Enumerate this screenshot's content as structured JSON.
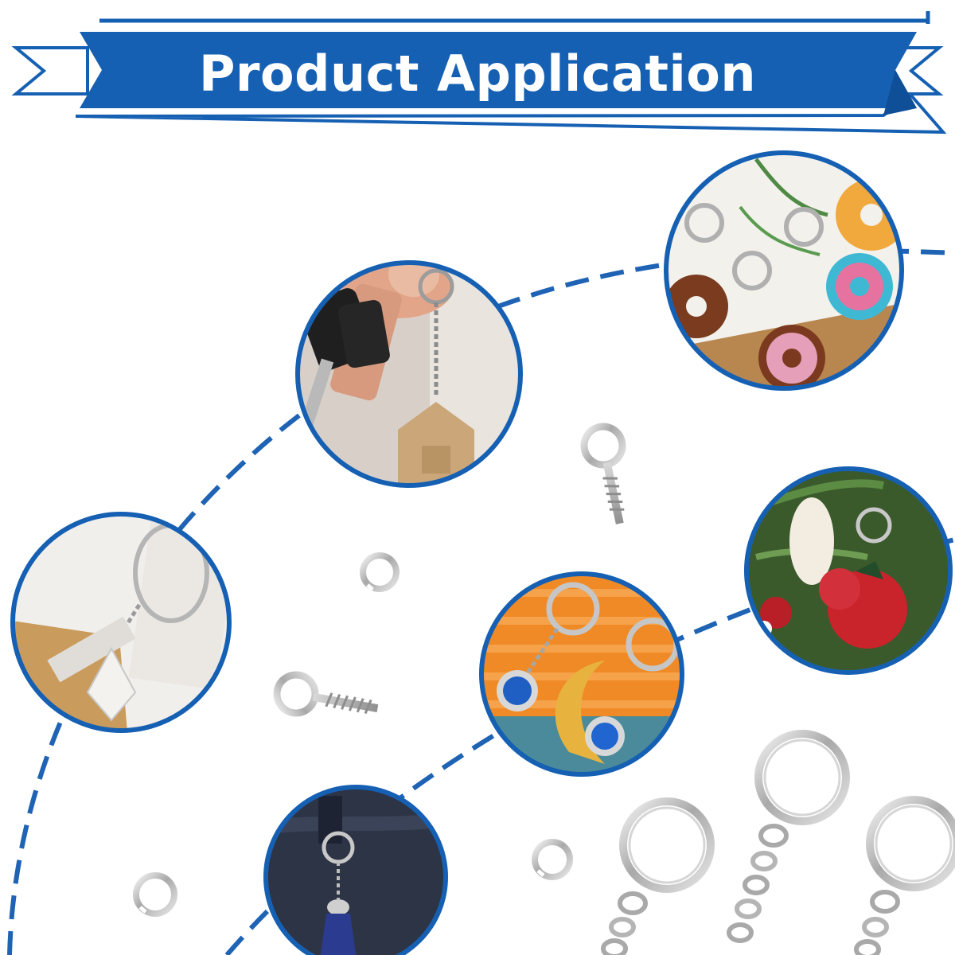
{
  "banner": {
    "title": "Product Application"
  },
  "colors": {
    "brand_blue": "#1660b3",
    "line_blue": "#1f63b4",
    "white": "#ffffff"
  },
  "photos": [
    {
      "name": "photo-keys-house-keychain",
      "subject": "hand holding car keys with house-shaped wooden keychain"
    },
    {
      "name": "photo-donut-keychains",
      "subject": "donut charm keychains on split rings"
    },
    {
      "name": "photo-leaf-charm",
      "subject": "leaf charm on keyring over notebook"
    },
    {
      "name": "photo-christmas-ornament",
      "subject": "felt Christmas ornaments on tree"
    },
    {
      "name": "photo-moon-charms",
      "subject": "blue gem moon charm keychains"
    },
    {
      "name": "photo-tassel-on-jeans",
      "subject": "blue tassel keychain hanging from jeans belt loop"
    }
  ],
  "hardware": [
    {
      "name": "screw-eye-pin-icon"
    },
    {
      "name": "jump-ring-icon"
    },
    {
      "name": "split-ring-chain-icon"
    }
  ]
}
